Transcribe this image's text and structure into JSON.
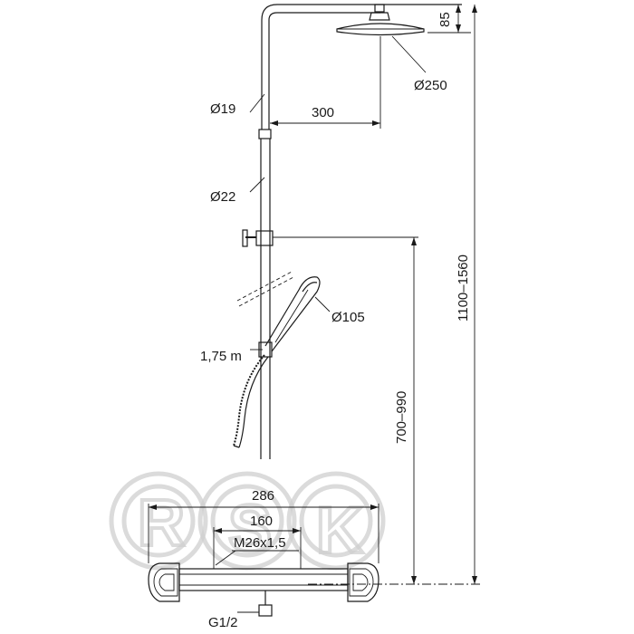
{
  "watermark": {
    "letters": [
      "R",
      "S",
      "K"
    ]
  },
  "dimensions": {
    "head_drop": "85",
    "head_diameter": "Ø250",
    "upper_pipe_diameter": "Ø19",
    "arm_length": "300",
    "lower_pipe_diameter": "Ø22",
    "hand_shower_diameter": "Ø105",
    "hose_length": "1,75 m",
    "holder_height": "700–990",
    "total_height": "1100–1560",
    "mixer_width": "286",
    "inlet_spacing": "160",
    "inlet_thread": "M26x1,5",
    "outlet_thread": "G1/2"
  }
}
